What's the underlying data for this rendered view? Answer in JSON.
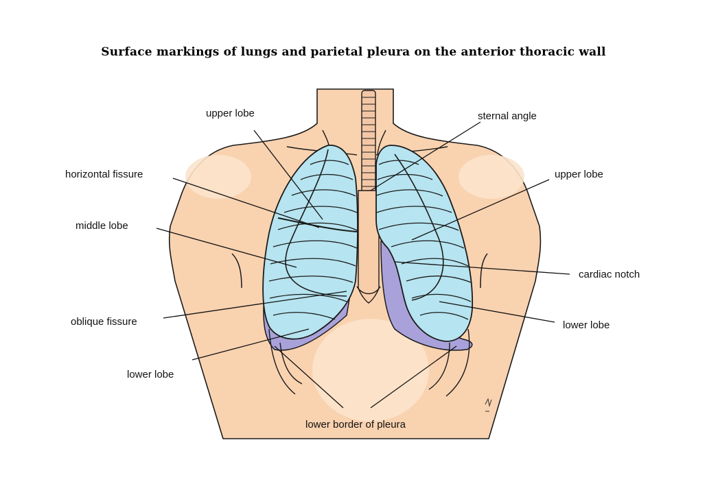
{
  "title": "Surface markings of lungs and parietal pleura on the anterior thoracic wall",
  "colors": {
    "skin": "#f9d2b0",
    "skin_shadow": "#fbe3cc",
    "lung": "#b6e4f0",
    "lower_lobe_edge": "#a9a2da",
    "outline": "#1a1a1a"
  },
  "labels": {
    "upper_lobe_left": "upper lobe",
    "horizontal_fissure": "horizontal fissure",
    "middle_lobe": "middle lobe",
    "oblique_fissure": "oblique fissure",
    "lower_lobe_left": "lower lobe",
    "sternal_angle": "sternal angle",
    "upper_lobe_right": "upper lobe",
    "cardiac_notch": "cardiac notch",
    "lower_lobe_right": "lower lobe",
    "lower_border_pleura": "lower border of pleura"
  }
}
